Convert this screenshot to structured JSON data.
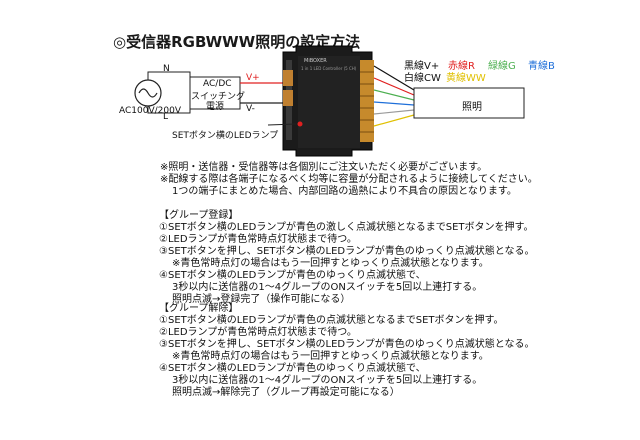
{
  "title": "◎受信器RGBWWW照明の設定方法",
  "diagram": {
    "ac_source": "AC100V/200V",
    "n_label": "N",
    "l_label": "L",
    "psu_label": [
      "AC/DC",
      "スイッチング",
      "電源"
    ],
    "vplus": "V+",
    "vminus": "V-",
    "set_lamp": "SETボタン横のLEDランプ",
    "receiver_brand": "MiBOXER",
    "receiver_model": "1 in 1 LED Controller (5 CH)",
    "light_label": "照明",
    "wires": {
      "black": "黒線V+",
      "red": "赤線R",
      "green": "緑線G",
      "blue": "青線B",
      "white": "白線CW",
      "yellow": "黄線WW"
    },
    "colors": {
      "black": "#111111",
      "red": "#e02020",
      "green": "#4caf50",
      "blue": "#1e6fd9",
      "white": "#666666",
      "yellow": "#e0c000",
      "vplus": "#e02020",
      "led": "#e02020"
    }
  },
  "notes": [
    "※照明・送信器・受信器等は各個別にご注文いただく必要がございます。",
    "※配線する際は各端子になるべく均等に容量が分配されるように接続してください。",
    "1つの端子にまとめた場合、内部回路の過熱により不具合の原因となります。"
  ],
  "group_register": {
    "heading": "【グループ登録】",
    "steps": [
      "①SETボタン横のLEDランプが青色の激しく点滅状態となるまでSETボタンを押す。",
      "②LEDランプが青色常時点灯状態まで待つ。",
      "③SETボタンを押し、SETボタン横のLEDランプが青色のゆっくり点滅状態となる。",
      "※青色常時点灯の場合はもう一回押すとゆっくり点滅状態となります。",
      "④SETボタン横のLEDランプが青色のゆっくり点滅状態で、",
      "3秒以内に送信器の1～4グループのONスイッチを5回以上連打する。",
      "照明点滅→登録完了（操作可能になる）"
    ]
  },
  "group_release": {
    "heading": "【グループ解除】",
    "steps": [
      "①SETボタン横のLEDランプが青色の点滅状態となるまでSETボタンを押す。",
      "②LEDランプが青色常時点灯状態まで待つ。",
      "③SETボタンを押し、SETボタン横のLEDランプが青色のゆっくり点滅状態となる。",
      "※青色常時点灯の場合はもう一回押すとゆっくり点滅状態となります。",
      "④SETボタン横のLEDランプが青色のゆっくり点滅状態で、",
      "3秒以内に送信器の1～4グループのONスイッチを5回以上連打する。",
      "照明点滅→解除完了（グループ再設定可能になる）"
    ]
  }
}
